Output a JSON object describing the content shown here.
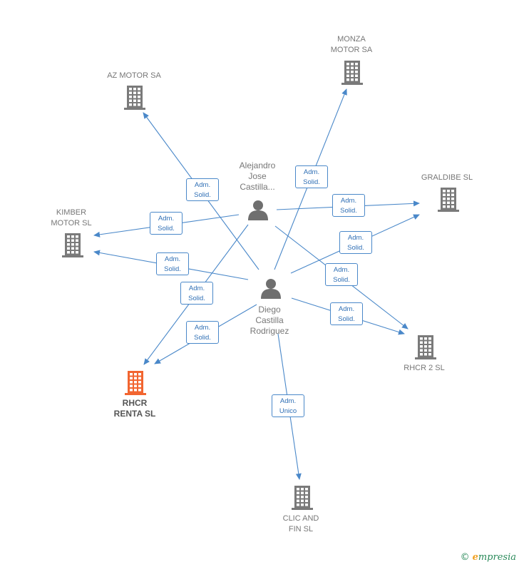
{
  "colors": {
    "edge": "#4a88c9",
    "company": "#7a7a7a",
    "highlight_company": "#f26530",
    "person": "#6f6f6f"
  },
  "nodes": [
    {
      "id": "alejandro",
      "type": "person",
      "label": "Alejandro\nJose\nCastilla..."
    },
    {
      "id": "diego",
      "type": "person",
      "label": "Diego\nCastilla\nRodriguez"
    },
    {
      "id": "monza",
      "type": "company",
      "label": "MONZA\nMOTOR SA"
    },
    {
      "id": "azmotor",
      "type": "company",
      "label": "AZ MOTOR SA"
    },
    {
      "id": "graldibe",
      "type": "company",
      "label": "GRALDIBE  SL"
    },
    {
      "id": "kimber",
      "type": "company",
      "label": "KIMBER\nMOTOR  SL"
    },
    {
      "id": "rhcr2",
      "type": "company",
      "label": "RHCR 2  SL"
    },
    {
      "id": "rhcrrenta",
      "type": "company",
      "highlight": true,
      "label": "RHCR\nRENTA  SL"
    },
    {
      "id": "clic",
      "type": "company",
      "label": "CLIC AND\nFIN  SL"
    }
  ],
  "edges": [
    {
      "from": "alejandro",
      "to": "kimber",
      "role": [
        "Adm.",
        "Solid."
      ]
    },
    {
      "from": "alejandro",
      "to": "graldibe",
      "role": [
        "Adm.",
        "Solid."
      ]
    },
    {
      "from": "alejandro",
      "to": "rhcrrenta",
      "role": [
        "Adm.",
        "Solid."
      ]
    },
    {
      "from": "alejandro",
      "to": "rhcr2",
      "role": [
        "Adm.",
        "Solid."
      ]
    },
    {
      "from": "diego",
      "to": "azmotor",
      "role": [
        "Adm.",
        "Solid."
      ]
    },
    {
      "from": "diego",
      "to": "monza",
      "role": [
        "Adm.",
        "Solid."
      ]
    },
    {
      "from": "diego",
      "to": "kimber",
      "role": [
        "Adm.",
        "Solid."
      ]
    },
    {
      "from": "diego",
      "to": "graldibe",
      "role": [
        "Adm.",
        "Solid."
      ]
    },
    {
      "from": "diego",
      "to": "rhcr2",
      "role": [
        "Adm.",
        "Solid."
      ]
    },
    {
      "from": "diego",
      "to": "rhcrrenta",
      "role": [
        "Adm.",
        "Solid."
      ]
    },
    {
      "from": "diego",
      "to": "clic",
      "role": [
        "Adm.",
        "Unico"
      ]
    }
  ],
  "brand": {
    "copyright": "©",
    "initial": "e",
    "rest": "mpresia"
  }
}
